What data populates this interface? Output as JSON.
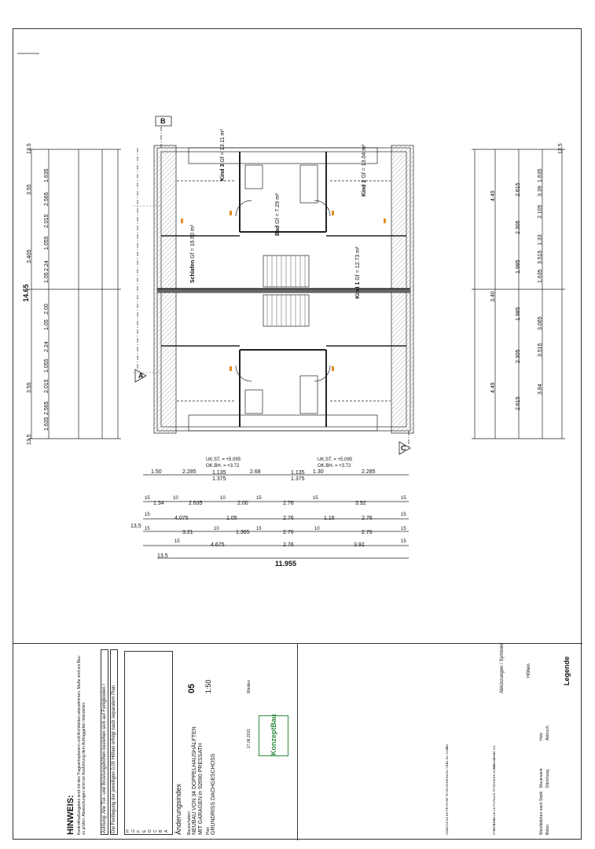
{
  "plan": {
    "section_b": "B",
    "section_a": "A",
    "section_c": "C",
    "rooms": [
      {
        "name": "Kind 3",
        "area": "Gf = 13.11 m²"
      },
      {
        "name": "Kind 2",
        "area": "Gf = 13.04 m²"
      },
      {
        "name": "Bad",
        "area": "Gf = 7.29 m²"
      },
      {
        "name": "Schlafen",
        "area": "Gf = 16.60 m²"
      },
      {
        "name": "Kind 1",
        "area": "Gf = 12.73 m²"
      }
    ],
    "left_dims": [
      "13,5",
      "1.635",
      "2.565",
      "3.55",
      "2.015",
      "1.055",
      "2.24",
      "3.405",
      "1.05",
      "2.00",
      "1.05",
      "2.24",
      "1.055",
      "2.015",
      "3.55",
      "2.565",
      "1.635",
      "13,5"
    ],
    "left_total": "14.65",
    "right_dims": [
      "13,5",
      "1.635",
      "2.615",
      "3.39",
      "2.105",
      "4.49",
      "2.305",
      "1.33",
      "1.985",
      "3.515",
      "1.635",
      "3.40",
      "1.985",
      "3.065",
      "2.305",
      "3.515",
      "2.615",
      "3.84",
      "4.49"
    ],
    "ukst": [
      "UK.ST. = +5.095",
      "OK.BH. = +3.72",
      "UK.ST. = +5.095",
      "OK.BH. = +3.72"
    ],
    "bottom_rows": [
      [
        "1.50",
        "2.285",
        "2.68",
        "1.30",
        "2.285"
      ],
      [
        "1.135",
        "1.375",
        "1.135",
        "1.375"
      ],
      [
        "15",
        "1.34",
        "10",
        "2.635",
        "10",
        "2.00",
        "15",
        "2.76",
        "15",
        "3.92",
        "15"
      ],
      [
        "15",
        "4.075",
        "1.05",
        "2.76",
        "1.16",
        "2.76",
        "15"
      ],
      [
        "13,5",
        "15",
        "3.21",
        "10",
        "1.365",
        "15",
        "2.76",
        "10",
        "2.76",
        "15"
      ],
      [
        "15",
        "4.675",
        "2.76",
        "3.92",
        "15"
      ]
    ],
    "bottom_total": "11.955",
    "bottom_total_side": "13,5"
  },
  "title_block": {
    "hinweis_title": "HINWEIS:",
    "hinweis_text": "Kontrollmaßangaben sind mit den Tragwerksplanern und Architekten abzustimmen. Maße sind am Bau zu prüfen. Abweichungen sind vor Ausführung dem Auftraggeber mitzuteilen.",
    "warning1": "Achtung: Alle Tür- und Brüstungshöhen beziehen sich auf Fertigboden !",
    "warning2": "Die Festlegung der jeweiligen 0,00 Höhen erfolgt nach separatem Plan",
    "aenderungsindex": "Änderungsindex",
    "index_letters": [
      "H",
      "G",
      "F",
      "E",
      "D",
      "C",
      "B",
      "A"
    ],
    "project_label": "Bauvorhaben",
    "project_title": "NEUBAU VON 34 DOPPELHAUSHÄLFTEN",
    "project_sub": "MIT GARAGEN in 92690 PRESSATH",
    "plan_label": "Plan",
    "plan_title": "GRUNDRISS DACHGESCHOSS",
    "scale": "1:50",
    "plan_no": "05",
    "company": "KonzeptBau",
    "date": "17.06.2011",
    "city": "Weiden"
  },
  "legend": {
    "title": "Legende",
    "hoehen": "Höhen",
    "items": [
      "Wandstärken nach Statik",
      "Beton",
      "Mauerwerk",
      "Dämmung",
      "Holz",
      "Abbruch"
    ],
    "abk_title": "Abkürzungen / Symbole",
    "abk_left": [
      "FFB",
      "RFB",
      "BRH",
      "OK",
      "UK",
      "VK",
      "FS",
      "RA",
      "KS",
      "TP",
      "RD",
      "HK",
      "BK",
      "SCHW",
      "BR",
      "KAB",
      "BHS",
      "LE",
      "GA"
    ],
    "abk_right": [
      "HZK",
      "UZ",
      "DZ",
      "AZ",
      "BZ",
      "PE",
      "FE",
      "BE",
      "TE",
      "DE",
      "DD",
      "RE",
      "BA",
      "BL",
      "VRZ",
      "BL",
      "BL",
      "SVWAL",
      "ST"
    ]
  },
  "colors": {
    "line": "#222222",
    "accent": "#e08a1e",
    "hatch": "#777777"
  }
}
